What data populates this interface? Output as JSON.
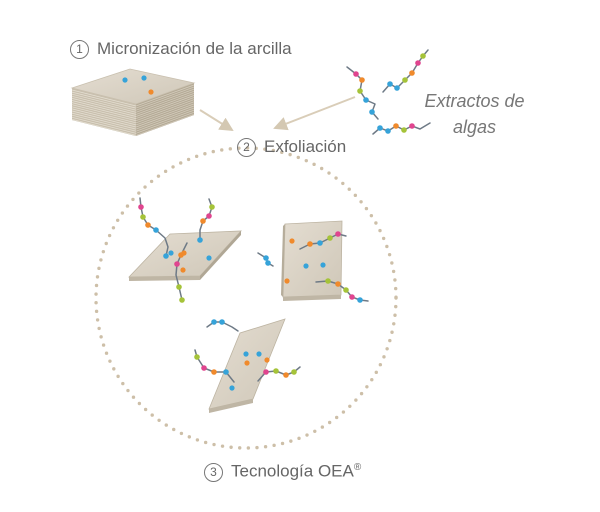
{
  "steps": [
    {
      "number": "1",
      "text": "Micronización de la arcilla"
    },
    {
      "number": "2",
      "text": "Exfoliación"
    },
    {
      "number": "3",
      "text": "Tecnología OEA",
      "mark": "®"
    }
  ],
  "algae_label_line1": "Extractos de",
  "algae_label_line2": "algas",
  "colors": {
    "plate": "#d9d2c4",
    "dots_circle": "#cdbfa8",
    "bead_blue": "#36a3d9",
    "bead_pink": "#e0458f",
    "bead_green": "#a5c339",
    "bead_orange": "#f08a2c",
    "arrow": "#d9cdb8"
  }
}
